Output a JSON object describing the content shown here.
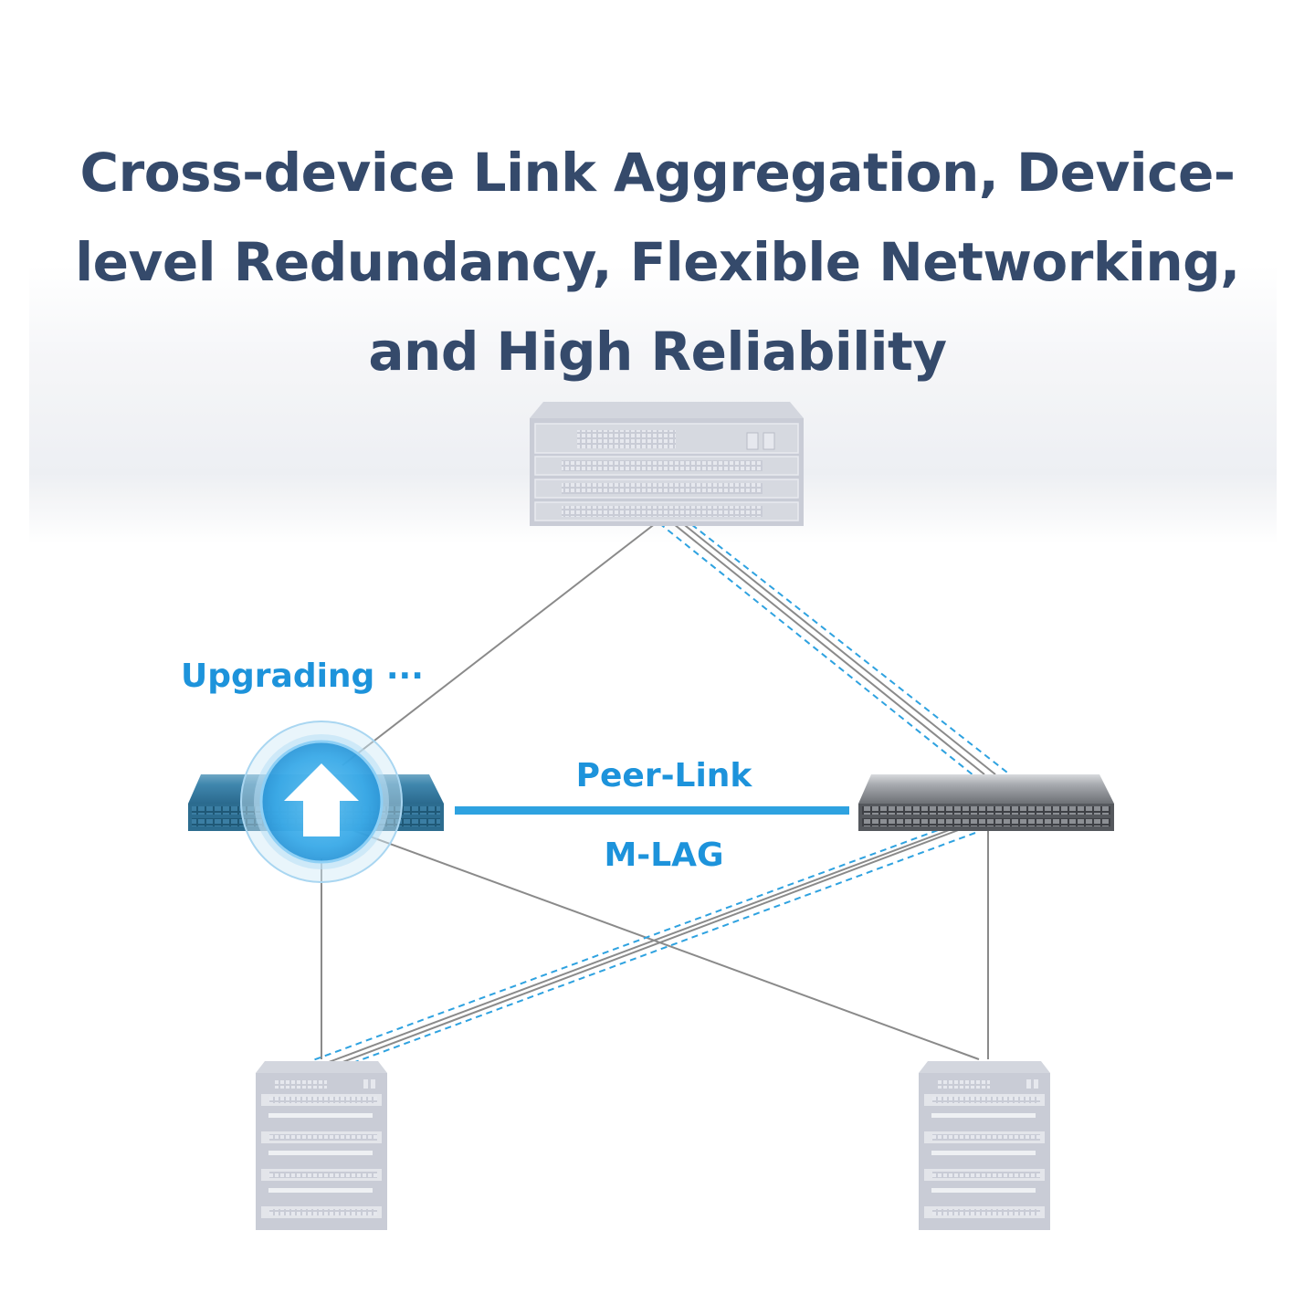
{
  "title": "Cross-device Link Aggregation, Device-level Redundancy, Flexible Networking, and High Reliability",
  "labels": {
    "upgrading": "Upgrading ···",
    "peer_link": "Peer-Link",
    "mlag": "M-LAG"
  },
  "colors": {
    "title": "#354a6b",
    "accent": "#1d93db",
    "device_gray": "#c9ccd6",
    "link_line": "#8a8a8a",
    "switch_active": "#3f86ad",
    "switch_standby": "#9a9da3"
  },
  "icons": {
    "upgrade": "arrow-up-icon"
  }
}
